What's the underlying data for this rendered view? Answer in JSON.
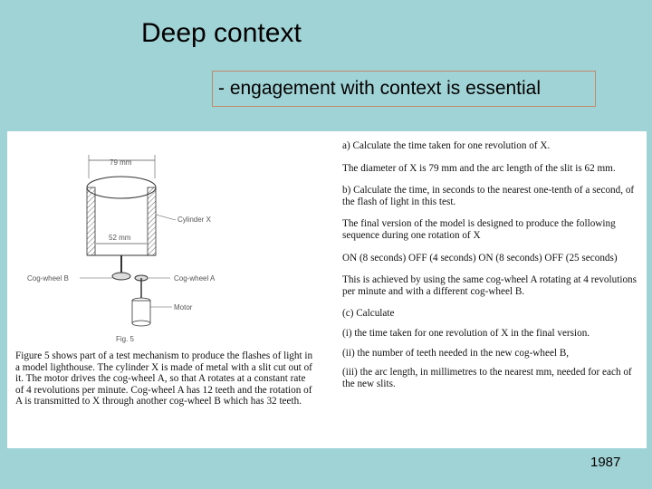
{
  "slide": {
    "title": "Deep context",
    "subtitle": "- engagement with context is essential",
    "year": "1987"
  },
  "figure": {
    "dim_top": "79 mm",
    "dim_bottom": "52 mm",
    "cylinder_label": "Cylinder X",
    "cogA_label": "Cog-wheel A",
    "cogB_label": "Cog-wheel B",
    "motor_label": "Motor",
    "fig_caption": "Fig. 5"
  },
  "caption_text": "Figure 5 shows part of a test mechanism to produce the flashes of light in a model lighthouse. The cylinder X is made of metal with a slit cut out of it. The motor drives the cog-wheel A, so that A rotates at a constant rate of 4 revolutions per minute. Cog-wheel A has 12 teeth and the rotation of A is transmitted to X through another cog-wheel B which has 32 teeth.",
  "questions": [
    "a) Calculate the time taken for one revolution of X.",
    "The diameter of X is 79 mm and the arc length of the slit is 62 mm.",
    "b) Calculate the time, in seconds to the nearest one-tenth of a second, of the flash of light in this test.",
    "The final version of the model is designed to produce the following sequence during one rotation of X",
    "ON (8 seconds) OFF (4 seconds) ON (8 seconds) OFF (25 seconds)",
    "This is achieved by using the same cog-wheel A rotating at 4 revolutions per minute and with a different cog-wheel B.",
    "(c) Calculate",
    "(i) the time taken for one revolution of X in the final version.",
    "(ii) the number of teeth needed in the new cog-wheel B,",
    "(iii) the arc length, in millimetres to the nearest mm, needed for each of the new slits."
  ]
}
